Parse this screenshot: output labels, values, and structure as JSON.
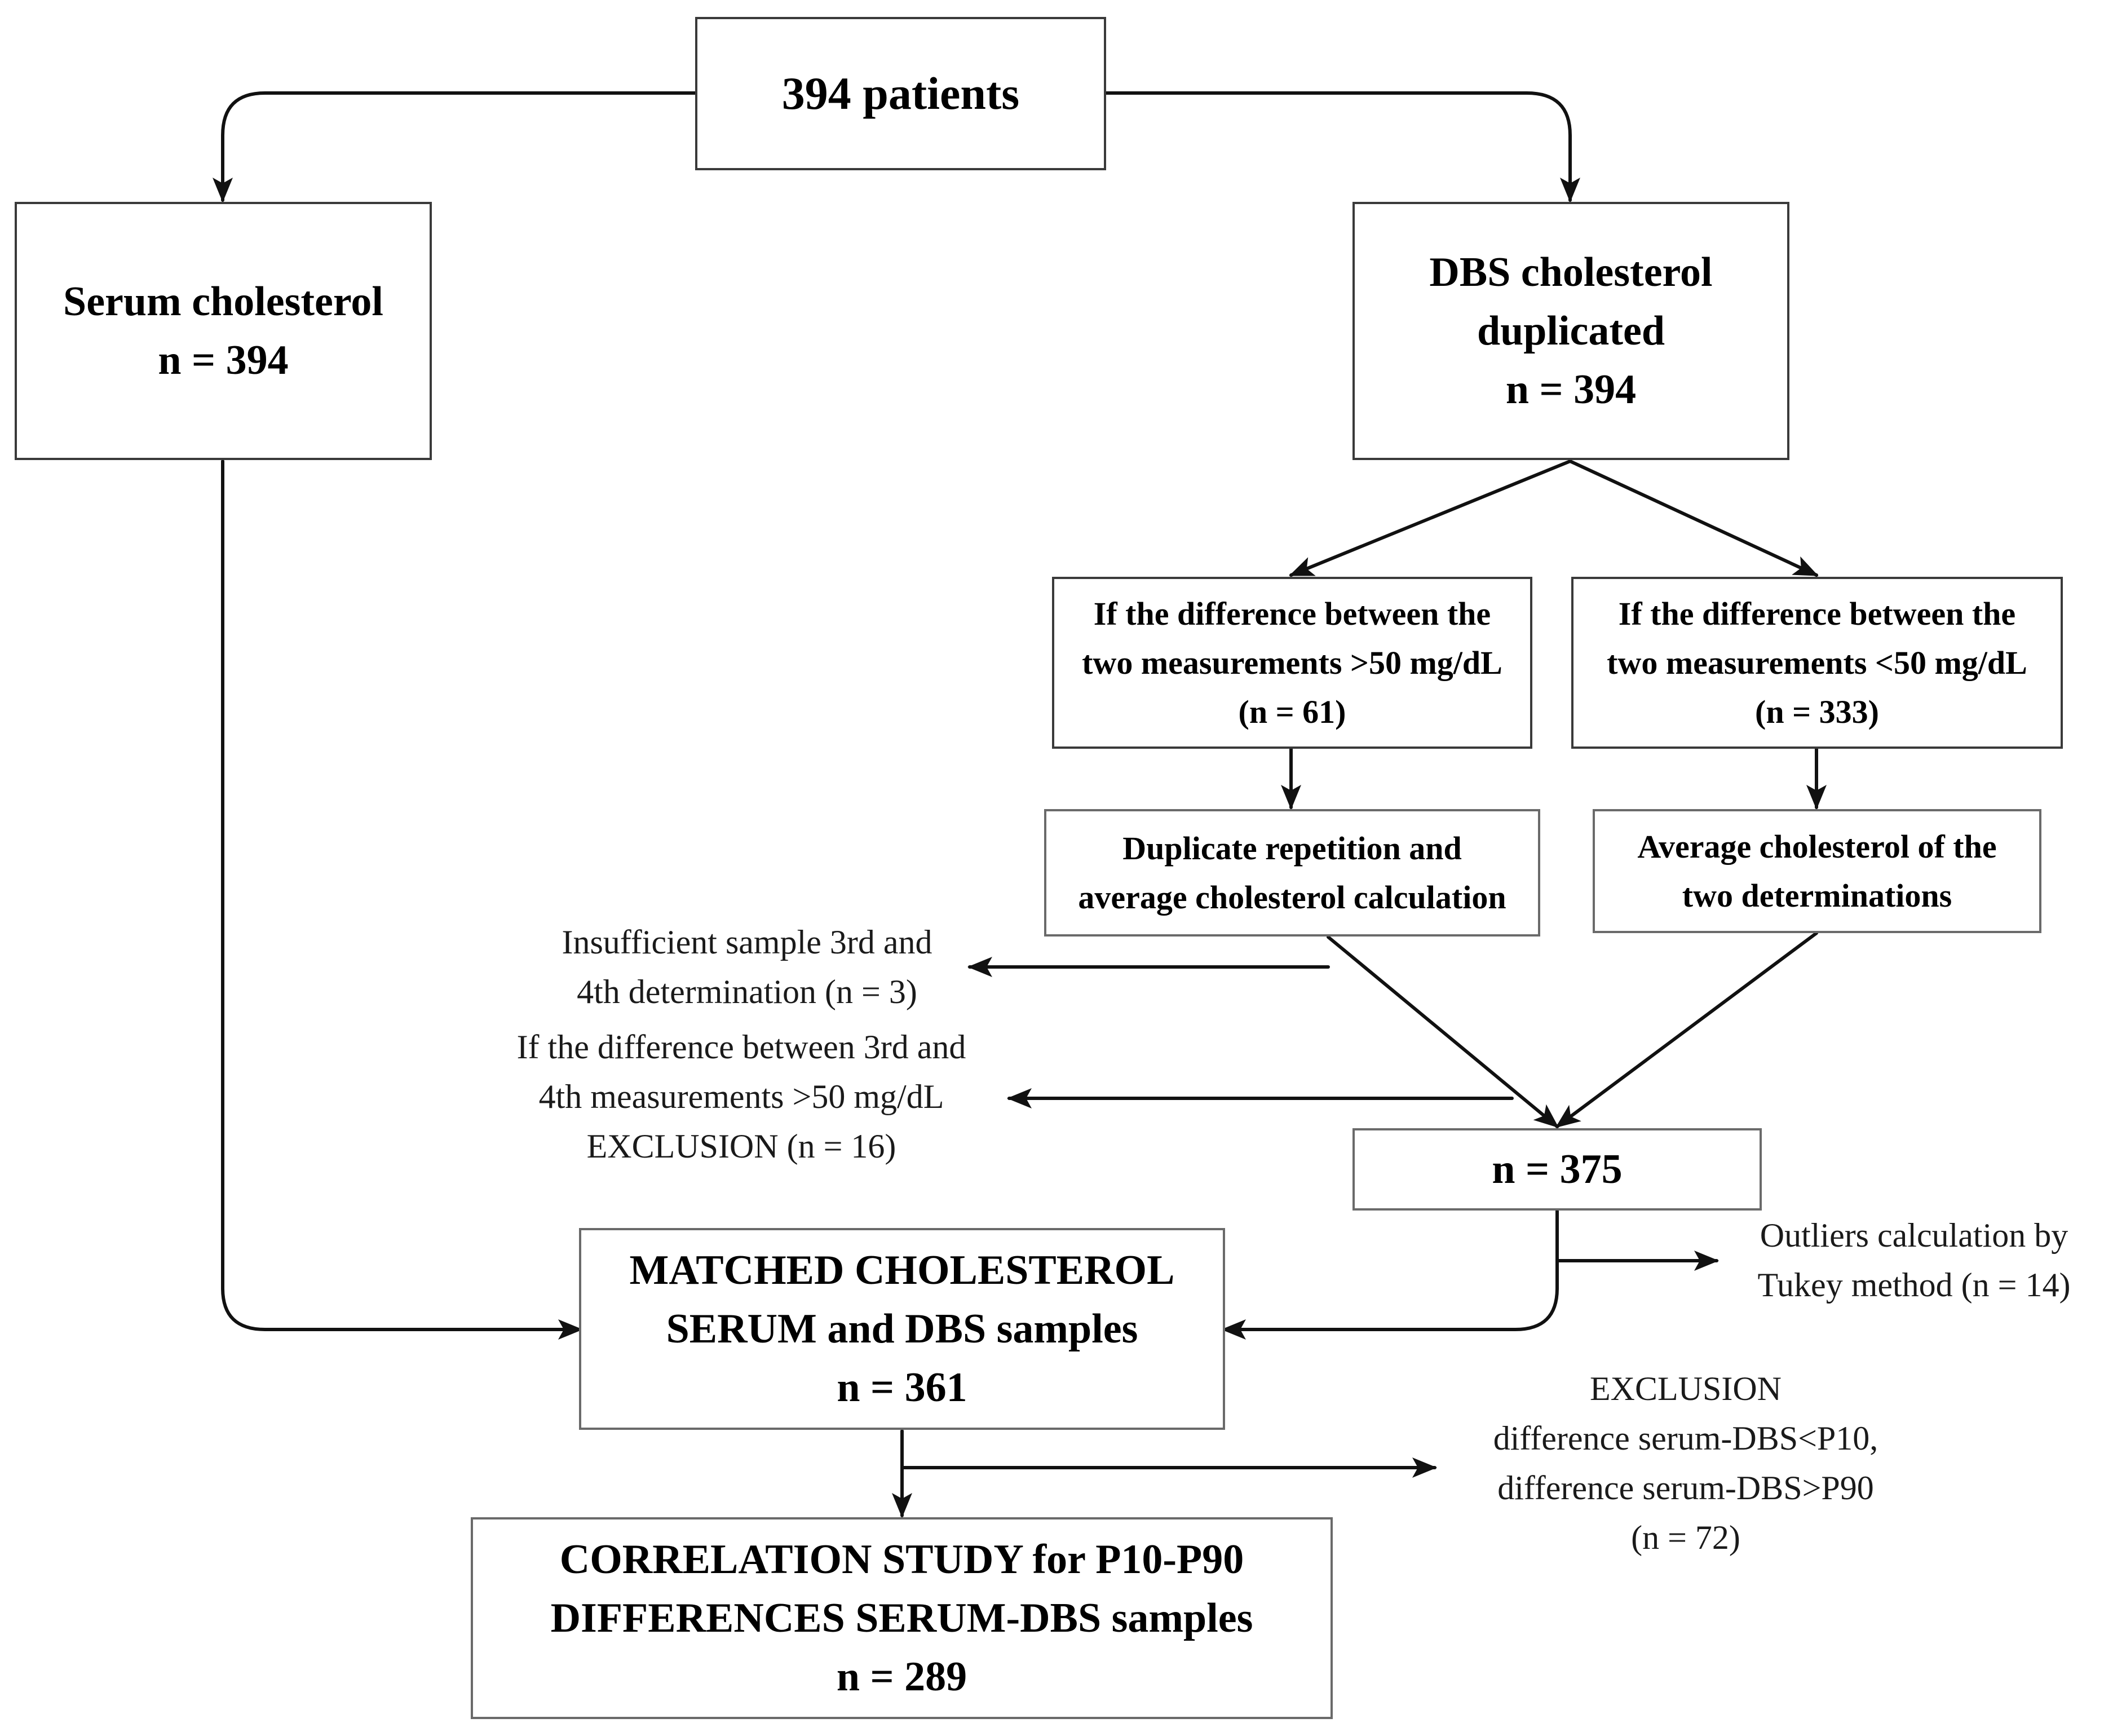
{
  "top": {
    "lines": [
      "394 patients"
    ]
  },
  "serum": {
    "lines": [
      "Serum cholesterol",
      "n = 394"
    ]
  },
  "dbs": {
    "lines": [
      "DBS cholesterol",
      "duplicated",
      "n = 394"
    ]
  },
  "diff_high": {
    "lines": [
      "If the difference between the",
      "two measurements >50 mg/dL",
      "(n = 61)"
    ]
  },
  "diff_low": {
    "lines": [
      "If the difference between the",
      "two measurements <50 mg/dL",
      "(n = 333)"
    ]
  },
  "repeat": {
    "lines": [
      "Duplicate repetition and",
      "average cholesterol calculation"
    ]
  },
  "average": {
    "lines": [
      "Average cholesterol of the",
      "two determinations"
    ]
  },
  "n375": {
    "lines": [
      "n = 375"
    ]
  },
  "matched": {
    "lines": [
      "MATCHED CHOLESTEROL",
      "SERUM and DBS samples",
      "n = 361"
    ]
  },
  "correlation": {
    "lines": [
      "CORRELATION STUDY for P10-P90",
      "DIFFERENCES SERUM-DBS samples",
      "n = 289"
    ]
  },
  "note_insufficient": {
    "lines": [
      "Insufficient sample 3rd and",
      "4th determination (n =  3)"
    ]
  },
  "note_exclusion_diff": {
    "lines": [
      "If the difference between 3rd and",
      "4th measurements >50 mg/dL",
      "EXCLUSION (n =  16)"
    ]
  },
  "note_outliers": {
    "lines": [
      "Outliers calculation by",
      "Tukey method (n = 14)"
    ]
  },
  "note_exclusion_p": {
    "lines": [
      "EXCLUSION",
      "difference serum-DBS<P10,",
      "difference serum-DBS>P90",
      "(n = 72)"
    ]
  }
}
